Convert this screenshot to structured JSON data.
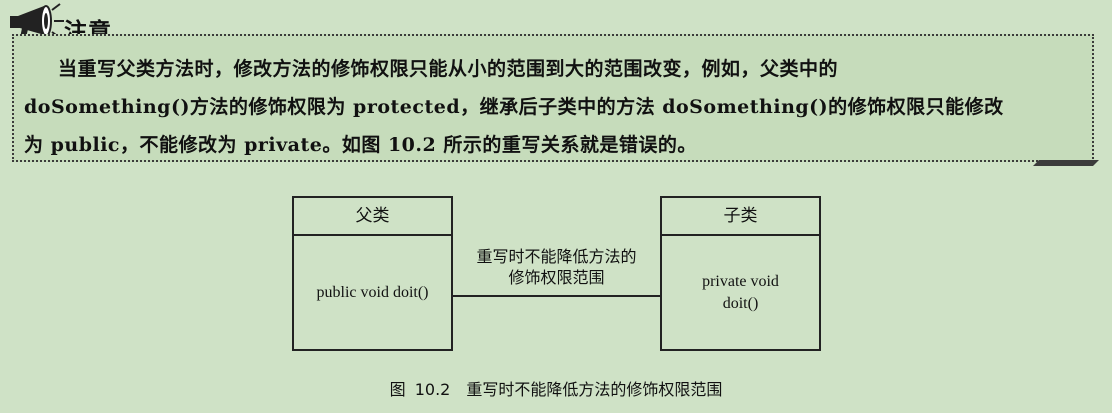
{
  "note": {
    "icon": "megaphone-icon",
    "title": "注意",
    "lines": [
      "当重写父类方法时，修改方法的修饰权限只能从小的范围到大的范围改变，例如，父类中的",
      "doSomething()方法的修饰权限为 protected，继承后子类中的方法 doSomething()的修饰权限只能修改",
      "为 public，不能修改为 private。如图 10.2 所示的重写关系就是错误的。"
    ]
  },
  "diagram": {
    "parent": {
      "name": "父类",
      "method": "public void doit()"
    },
    "child": {
      "name": "子类",
      "method_line1": "private void",
      "method_line2": "doit()"
    },
    "connector_label_line1": "重写时不能降低方法的",
    "connector_label_line2": "修饰权限范围",
    "caption": "图 10.2　重写时不能降低方法的修饰权限范围"
  }
}
